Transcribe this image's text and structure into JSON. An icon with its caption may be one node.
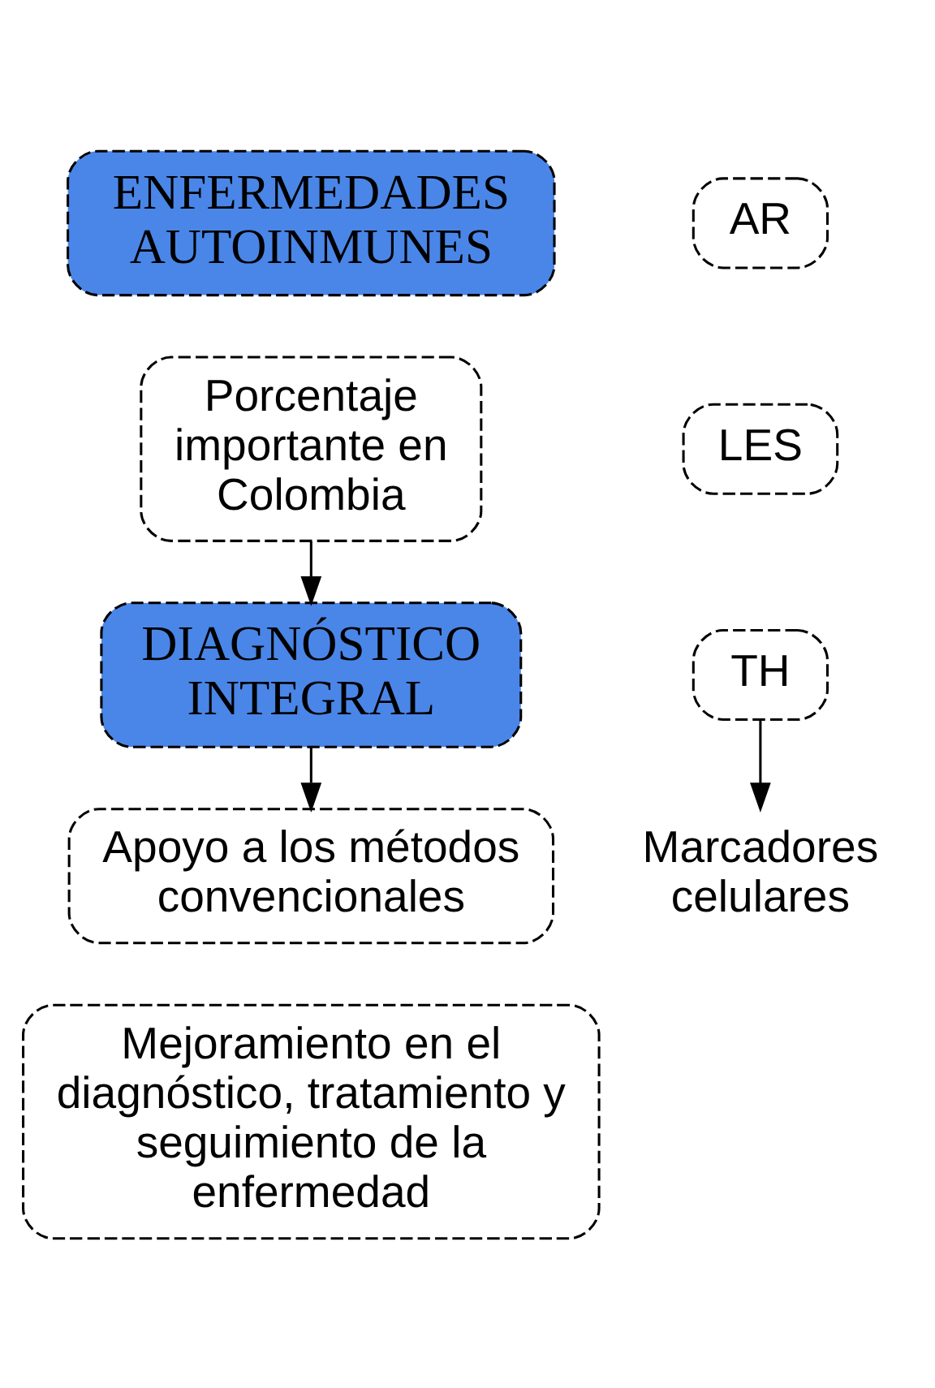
{
  "diagram": {
    "nodes": [
      {
        "text": [
          "ENFERMEDADES AUTOINMUNES"
        ]
      },
      {
        "text": [
          "Porcentaje importante en Colombia"
        ]
      },
      {
        "text": [
          "AR"
        ]
      },
      {
        "text": [
          "LES"
        ]
      },
      {
        "text": [
          "TH"
        ]
      },
      {
        "text": [
          "Marcadores celulares"
        ]
      },
      {
        "text": [
          "DIAGNÓSTICO INTEGRAL"
        ]
      },
      {
        "text": [
          "Apoyo a los métodos convencionales"
        ]
      },
      {
        "text": [
          "Mejoramiento en el diagnóstico, tratamiento y seguimiento de la enfermedad"
        ]
      }
    ],
    "edges": [
      {
        "from": 1,
        "to": 6,
        "arrow": "to"
      },
      {
        "from": 4,
        "to": 5,
        "arrow": "to"
      },
      {
        "from": 6,
        "to": 7,
        "arrow": "to"
      }
    ]
  }
}
